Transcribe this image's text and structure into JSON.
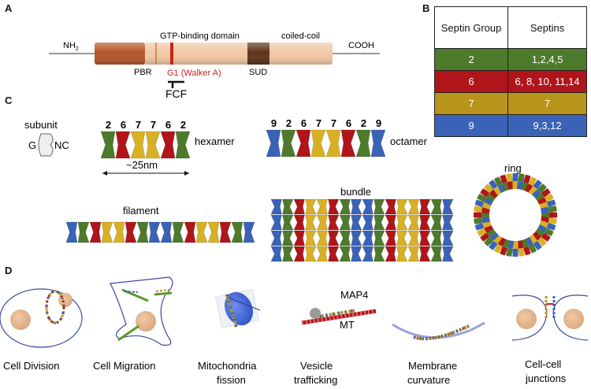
{
  "panels": {
    "a": "A",
    "b": "B",
    "c": "C",
    "d": "D"
  },
  "domain_diagram": {
    "nh2": "NH",
    "nh2_sub": "2",
    "cooh": "COOH",
    "gtp_binding": "GTP-binding domain",
    "coiled_coil": "coiled-coil",
    "pbr": "PBR",
    "g1": "G1 (Walker A)",
    "sud": "SUD",
    "fcf": "FCF",
    "colors": {
      "pbr": "#b5562a",
      "gtp": "#f2c9a6",
      "sud": "#5e3419",
      "walker": "#d11f1f",
      "g1_text": "#d11f1f"
    }
  },
  "table": {
    "header": [
      "Septin Group",
      "Septins"
    ],
    "rows": [
      {
        "group": "2",
        "septins": "1,2,4,5",
        "color": "#4e7a2b"
      },
      {
        "group": "6",
        "septins": "6, 8, 10, 11,14",
        "color": "#b0151a"
      },
      {
        "group": "7",
        "septins": "7",
        "color": "#b8941a"
      },
      {
        "group": "9",
        "septins": "9,3,12",
        "color": "#3a63b8"
      }
    ]
  },
  "assemblies": {
    "subunit": "subunit",
    "g": "G",
    "nc": "NC",
    "hexamer": "hexamer",
    "hexamer_numbers": [
      "2",
      "6",
      "7",
      "7",
      "6",
      "2"
    ],
    "octamer": "octamer",
    "octamer_numbers": [
      "9",
      "2",
      "6",
      "7",
      "7",
      "6",
      "2",
      "9"
    ],
    "length": "~25nm",
    "filament": "filament",
    "bundle": "bundle",
    "ring": "ring",
    "colors": {
      "green": "#4e7a2b",
      "red": "#b0151a",
      "yellow": "#d8b024",
      "blue": "#3a63b8"
    }
  },
  "functions": {
    "cell_division": "Cell Division",
    "cell_migration": "Cell Migration",
    "mito_1": "Mitochondria",
    "mito_2": "fission",
    "vesicle_1": "Vesicle",
    "vesicle_2": "trafficking",
    "membrane_1": "Membrane",
    "membrane_2": "curvature",
    "junction_1": "Cell-cell",
    "junction_2": "junctions",
    "map4": "MAP4",
    "mt": "MT"
  }
}
